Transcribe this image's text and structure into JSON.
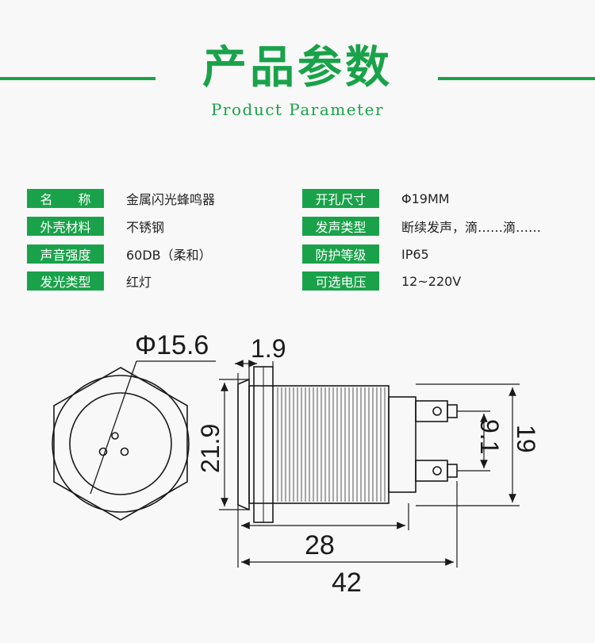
{
  "header": {
    "title": "产品参数",
    "subtitle": "Product Parameter",
    "accent_color": "#1aa24a"
  },
  "params": {
    "left": [
      {
        "label": "名　　称",
        "value": "金属闪光蜂鸣器"
      },
      {
        "label": "外壳材料",
        "value": "不锈钢"
      },
      {
        "label": "声音强度",
        "value": "60DB（柔和）"
      },
      {
        "label": "发光类型",
        "value": "红灯"
      }
    ],
    "right": [
      {
        "label": "开孔尺寸",
        "value": "Φ19MM"
      },
      {
        "label": "发声类型",
        "value": "断续发声，滴……滴……"
      },
      {
        "label": "防护等级",
        "value": "IP65"
      },
      {
        "label": "可选电压",
        "value": "12~220V"
      }
    ]
  },
  "diagram": {
    "dim_diameter": "Φ15.6",
    "dim_flange": "1.9",
    "dim_height_left": "21.9",
    "dim_terminal": "9.1",
    "dim_height_right": "19",
    "dim_body_length": "28",
    "dim_total_length": "42"
  }
}
